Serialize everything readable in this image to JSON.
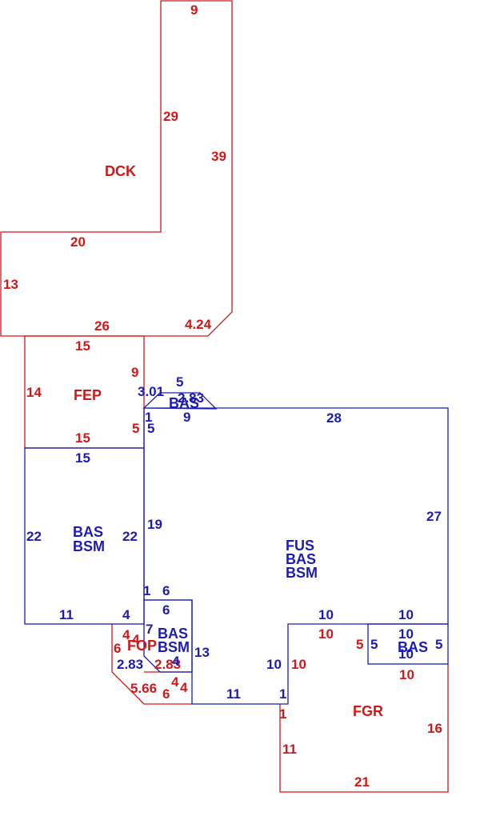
{
  "colors": {
    "red": "#d01818",
    "blue": "#1c1cb0"
  },
  "areas": {
    "dck": "DCK",
    "fep": "FEP",
    "fus": [
      "FUS",
      "BAS",
      "BSM"
    ],
    "bas_left": [
      "BAS",
      "BSM"
    ],
    "bas_small": [
      "BAS",
      "BSM"
    ],
    "bas_top": "BAS",
    "bas_right": "BAS",
    "fop": "FOP",
    "fgr": "FGR"
  },
  "dims": {
    "dck_top": "9",
    "dck_29": "29",
    "dck_39": "39",
    "dck_20": "20",
    "dck_13": "13",
    "dck_26": "26",
    "dck_424": "4.24",
    "fep_15_top": "15",
    "fep_14": "14",
    "fep_9": "9",
    "fep_5": "5",
    "fep_15_bottom": "15",
    "bay_5_top": "5",
    "bay_301": "3.01",
    "bay_283": "2.83",
    "bay_1": "1",
    "bay_5_left": "5",
    "bay_9": "9",
    "fus_28": "28",
    "fus_27": "27",
    "fus_19": "19",
    "bas_15": "15",
    "bas_22_left": "22",
    "bas_22_right": "22",
    "bas_11": "11",
    "bas_4": "4",
    "nook_1": "1",
    "nook_6_top": "6",
    "nook_6_inner": "6",
    "nook_7": "7",
    "nook_13": "13",
    "nook_4_inner": "4",
    "fop_4_top": "4",
    "fop_4b": "4",
    "fop_6_left": "6",
    "fop_283_blue": "2.83",
    "fop_283_red": "2.83",
    "fop_566": "5.66",
    "fop_6_bottom": "6",
    "fop_4_bottom_a": "4",
    "fop_4_bottom_b": "4",
    "bottom_11": "11",
    "bottom_1": "1",
    "fgr_10_top_blue": "10",
    "fgr_10_top_red": "10",
    "fgr_10_left_blue": "10",
    "fgr_10_left_red": "10",
    "fgr_1": "1",
    "fgr_11": "11",
    "fgr_21": "21",
    "fgr_16": "16",
    "fgr_10_bottom": "10",
    "rbas_10_top": "10",
    "rbas_10_mid": "10",
    "rbas_10_low": "10",
    "rbas_5_left_red": "5",
    "rbas_5_left_blue": "5",
    "rbas_5_right": "5"
  }
}
